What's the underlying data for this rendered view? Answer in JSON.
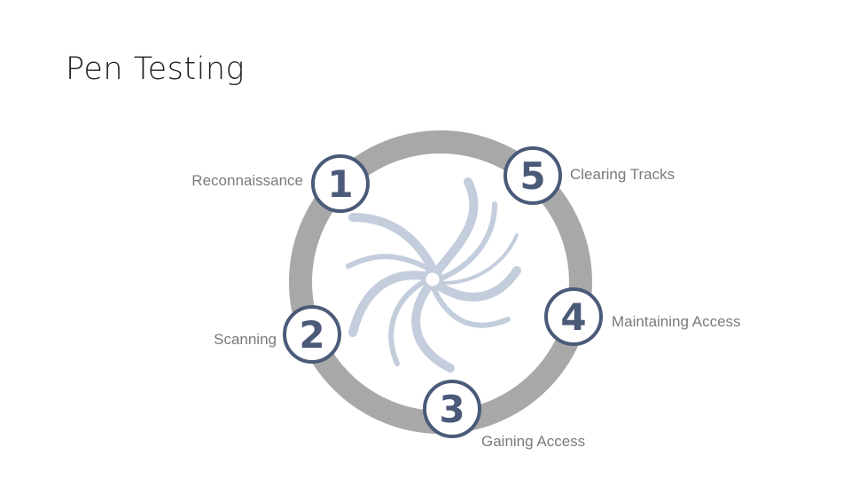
{
  "slide": {
    "title": "Pen Testing"
  },
  "diagram": {
    "steps": [
      {
        "number": "1",
        "label": "Reconnaissance"
      },
      {
        "number": "2",
        "label": "Scanning"
      },
      {
        "number": "3",
        "label": "Gaining Access"
      },
      {
        "number": "4",
        "label": "Maintaining Access"
      },
      {
        "number": "5",
        "label": "Clearing Tracks"
      }
    ],
    "colors": {
      "ring": "#a8a8a8",
      "badge_border": "#4a5a78",
      "badge_fill": "#ffffff",
      "number": "#4a5a78",
      "label": "#7a7a7a",
      "swirl": "#c3cddc"
    }
  }
}
